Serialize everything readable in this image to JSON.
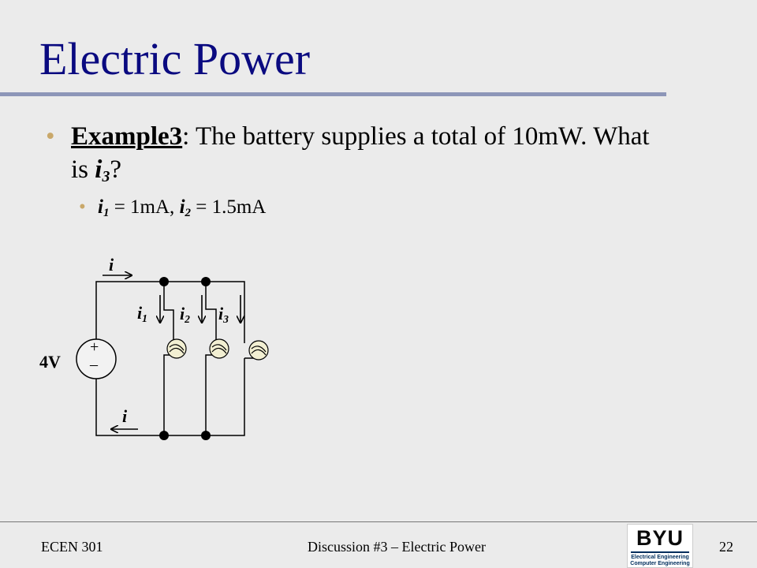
{
  "slide": {
    "title": "Electric Power",
    "bullet": {
      "label": "Example3",
      "colon": ":",
      "text_a": " The battery supplies a total of 10mW. What is ",
      "var": "i",
      "var_sub": "3",
      "text_b": "?"
    },
    "sub_bullet": {
      "v1": "i",
      "v1_sub": "1",
      "t1": " = 1mA, ",
      "v2": "i",
      "v2_sub": "2",
      "t2": " = 1.5mA"
    }
  },
  "circuit": {
    "source_voltage": "4V",
    "plus_sign": "+",
    "minus_sign": "–",
    "current_label": "i",
    "branch_label": "i",
    "branch_subs": [
      "1",
      "2",
      "3"
    ]
  },
  "footer": {
    "course": "ECEN 301",
    "topic": "Discussion #3 – Electric Power",
    "page": "22",
    "logo": {
      "name": "BYU",
      "line1": "Electrical Engineering",
      "line2": "Computer Engineering"
    }
  },
  "colors": {
    "title": "#0a0a80",
    "rule": "#8d96b8",
    "bullet_dot": "#c9a86a"
  }
}
